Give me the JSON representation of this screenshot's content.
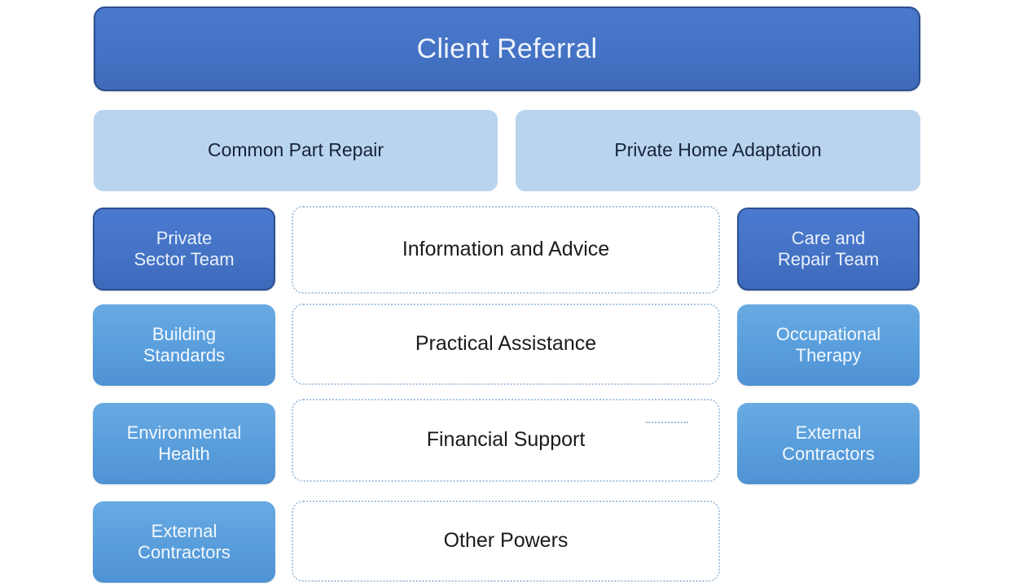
{
  "diagram": {
    "title": "Client Referral",
    "type": "flow-hierarchy",
    "background_color": "#ffffff",
    "colors": {
      "banner_blue": "#4472c4",
      "banner_border": "#2a4d8f",
      "pale_blue": "#b9d4ee",
      "side_dark_blue": "#4472c4",
      "side_light_blue": "#5ba0dd",
      "center_box_fill": "#ffffff",
      "center_box_border": "#a9c3dd",
      "dark_text": "#1b1b1b",
      "light_text": "#eef3fb"
    },
    "banner": {
      "label": "Client Referral"
    },
    "pathways": [
      {
        "label": "Common Part Repair"
      },
      {
        "label": "Private Home Adaptation"
      }
    ],
    "left_column": [
      {
        "label": "Private\nSector Team",
        "style": "dark"
      },
      {
        "label": "Building\nStandards",
        "style": "light"
      },
      {
        "label": "Environmental\nHealth",
        "style": "light"
      },
      {
        "label": "External\nContractors",
        "style": "light"
      }
    ],
    "center_column": [
      {
        "label": "Information and Advice"
      },
      {
        "label": "Practical Assistance"
      },
      {
        "label": "Financial Support"
      },
      {
        "label": "Other Powers"
      }
    ],
    "right_column": [
      {
        "label": "Care and\nRepair Team",
        "style": "dark"
      },
      {
        "label": "Occupational\nTherapy",
        "style": "light"
      },
      {
        "label": "External\nContractors",
        "style": "light"
      }
    ]
  }
}
